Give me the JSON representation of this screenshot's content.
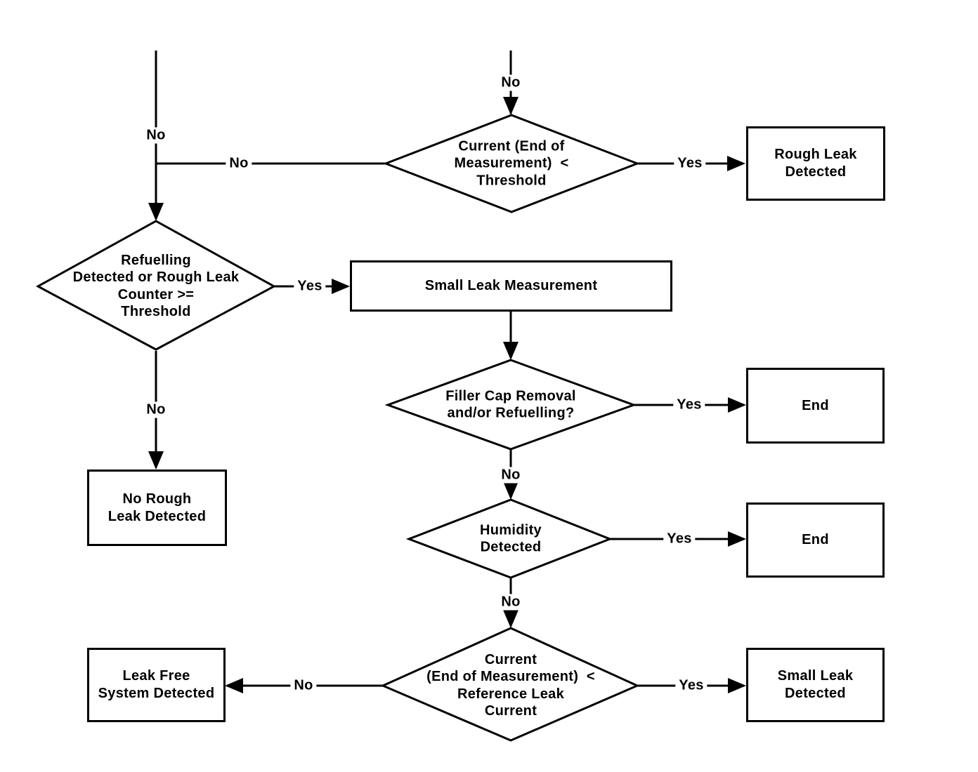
{
  "diagram": {
    "type": "flowchart",
    "background_color": "#ffffff",
    "line_color": "#000000",
    "text_color": "#000000",
    "nodes": {
      "current_threshold": {
        "kind": "decision",
        "label": "Current (End of\nMeasurement)  <\nThreshold"
      },
      "refuelling_counter": {
        "kind": "decision",
        "label": "Refuelling\nDetected or Rough Leak\nCounter >=\nThreshold"
      },
      "filler_cap": {
        "kind": "decision",
        "label": "Filler Cap Removal\nand/or Refuelling?"
      },
      "humidity": {
        "kind": "decision",
        "label": "Humidity\nDetected"
      },
      "current_reference": {
        "kind": "decision",
        "label": "Current\n(End of Measurement)  <\nReference Leak\nCurrent"
      },
      "rough_leak_detected": {
        "kind": "process",
        "label": "Rough Leak\nDetected"
      },
      "small_leak_measurement": {
        "kind": "process",
        "label": "Small Leak Measurement"
      },
      "no_rough_leak": {
        "kind": "process",
        "label": "No Rough\nLeak Detected"
      },
      "end_filler": {
        "kind": "process",
        "label": "End"
      },
      "end_humidity": {
        "kind": "process",
        "label": "End"
      },
      "leak_free": {
        "kind": "process",
        "label": "Leak Free\nSystem Detected"
      },
      "small_leak_detected": {
        "kind": "process",
        "label": "Small Leak\nDetected"
      }
    },
    "edge_labels": {
      "entry_top_no": "No",
      "entry_left_no": "No",
      "current_threshold_no": "No",
      "current_threshold_yes": "Yes",
      "refuelling_yes": "Yes",
      "refuelling_no": "No",
      "filler_cap_yes": "Yes",
      "filler_cap_no": "No",
      "humidity_yes": "Yes",
      "humidity_no": "No",
      "current_reference_yes": "Yes",
      "current_reference_no": "No"
    },
    "edges": [
      {
        "from": "entry-top",
        "to": "current_threshold",
        "label": "No"
      },
      {
        "from": "current_threshold",
        "to": "rough_leak_detected",
        "label": "Yes"
      },
      {
        "from": "current_threshold",
        "to": "refuelling_counter",
        "label": "No"
      },
      {
        "from": "entry-left",
        "to": "refuelling_counter",
        "label": "No"
      },
      {
        "from": "refuelling_counter",
        "to": "small_leak_measurement",
        "label": "Yes"
      },
      {
        "from": "refuelling_counter",
        "to": "no_rough_leak",
        "label": "No"
      },
      {
        "from": "small_leak_measurement",
        "to": "filler_cap",
        "label": ""
      },
      {
        "from": "filler_cap",
        "to": "end_filler",
        "label": "Yes"
      },
      {
        "from": "filler_cap",
        "to": "humidity",
        "label": "No"
      },
      {
        "from": "humidity",
        "to": "end_humidity",
        "label": "Yes"
      },
      {
        "from": "humidity",
        "to": "current_reference",
        "label": "No"
      },
      {
        "from": "current_reference",
        "to": "small_leak_detected",
        "label": "Yes"
      },
      {
        "from": "current_reference",
        "to": "leak_free",
        "label": "No"
      }
    ]
  }
}
